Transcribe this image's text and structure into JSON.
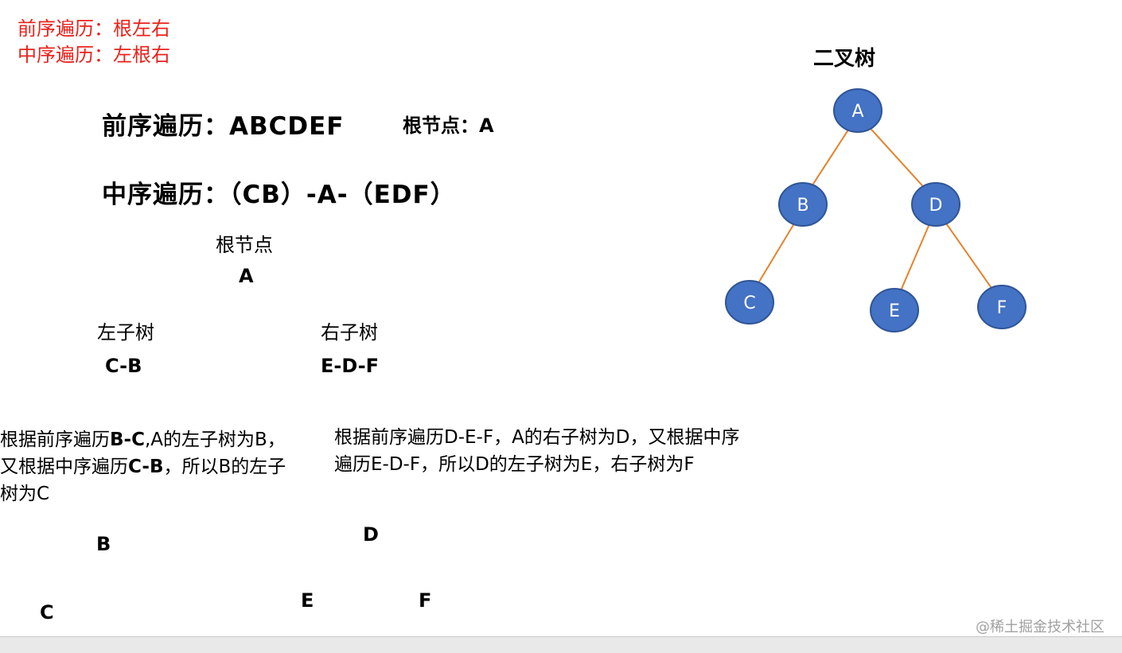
{
  "rules": {
    "line1": "前序遍历：根左右",
    "line2": "中序遍历：左根右"
  },
  "preorder": {
    "label": "前序遍历：ABCDEF",
    "root_note": "根节点：A"
  },
  "inorder": {
    "label": "中序遍历：（CB）-A-（EDF）"
  },
  "root": {
    "title": "根节点",
    "value": "A"
  },
  "left_subtree": {
    "title": "左子树",
    "value": "C-B"
  },
  "right_subtree": {
    "title": "右子树",
    "value": "E-D-F"
  },
  "left_explanation": {
    "part1": "根据前序遍历",
    "bold1": "B-C",
    "part2": ",A的左子树为B，又根据中序遍历",
    "bold2": "C-B",
    "part3": "，所以B的左子树为C"
  },
  "right_explanation": "根据前序遍历D-E-F，A的右子树为D，又根据中序遍历E-D-F，所以D的左子树为E，右子树为F",
  "bottom_letters": {
    "b": "B",
    "c": "C",
    "d": "D",
    "e": "E",
    "f": "F"
  },
  "tree": {
    "title": "二叉树",
    "node_fill": "#4472c4",
    "node_stroke": "#2f5597",
    "edge_color": "#e5822b",
    "nodes": [
      {
        "id": "A",
        "label": "A"
      },
      {
        "id": "B",
        "label": "B"
      },
      {
        "id": "D",
        "label": "D"
      },
      {
        "id": "C",
        "label": "C"
      },
      {
        "id": "E",
        "label": "E"
      },
      {
        "id": "F",
        "label": "F"
      }
    ],
    "edges": [
      {
        "from": "A",
        "to": "B"
      },
      {
        "from": "A",
        "to": "D"
      },
      {
        "from": "B",
        "to": "C"
      },
      {
        "from": "D",
        "to": "E"
      },
      {
        "from": "D",
        "to": "F"
      }
    ]
  },
  "watermark": "@稀土掘金技术社区"
}
